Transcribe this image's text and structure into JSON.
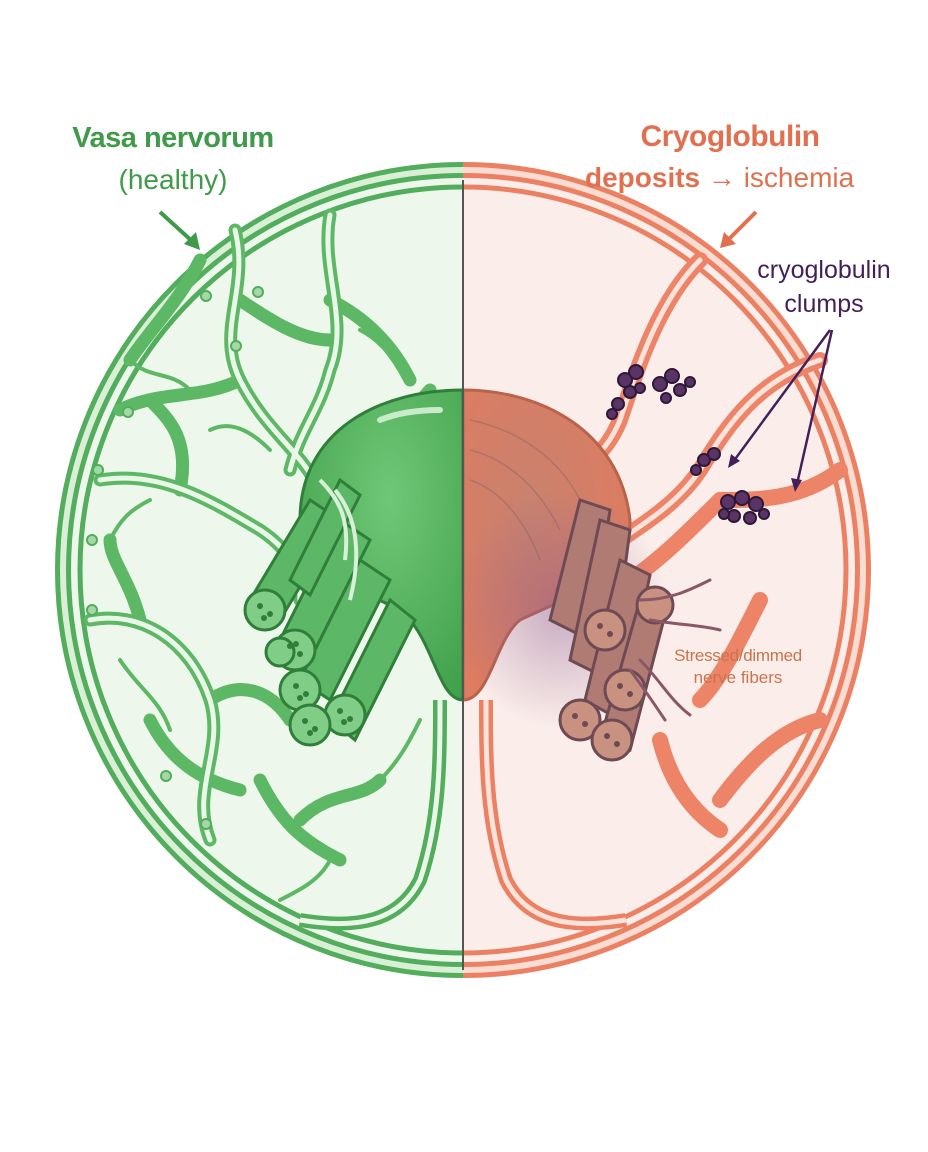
{
  "healthy": {
    "title": "Vasa nervorum",
    "subtitle": "(healthy)",
    "color": "#3f9a4a"
  },
  "disease": {
    "title_line1": "Cryoglobulin",
    "title_line2_bold": "deposits",
    "title_line2_rest": " → ischemia",
    "color": "#e0704f"
  },
  "annotations": {
    "clumps_line1": "cryoglobulin",
    "clumps_line2": "clumps",
    "clumps_color": "#43205a",
    "fibers_line1": "Stressed/dimmed",
    "fibers_line2": "nerve fibers",
    "fibers_color": "#c9744e"
  }
}
